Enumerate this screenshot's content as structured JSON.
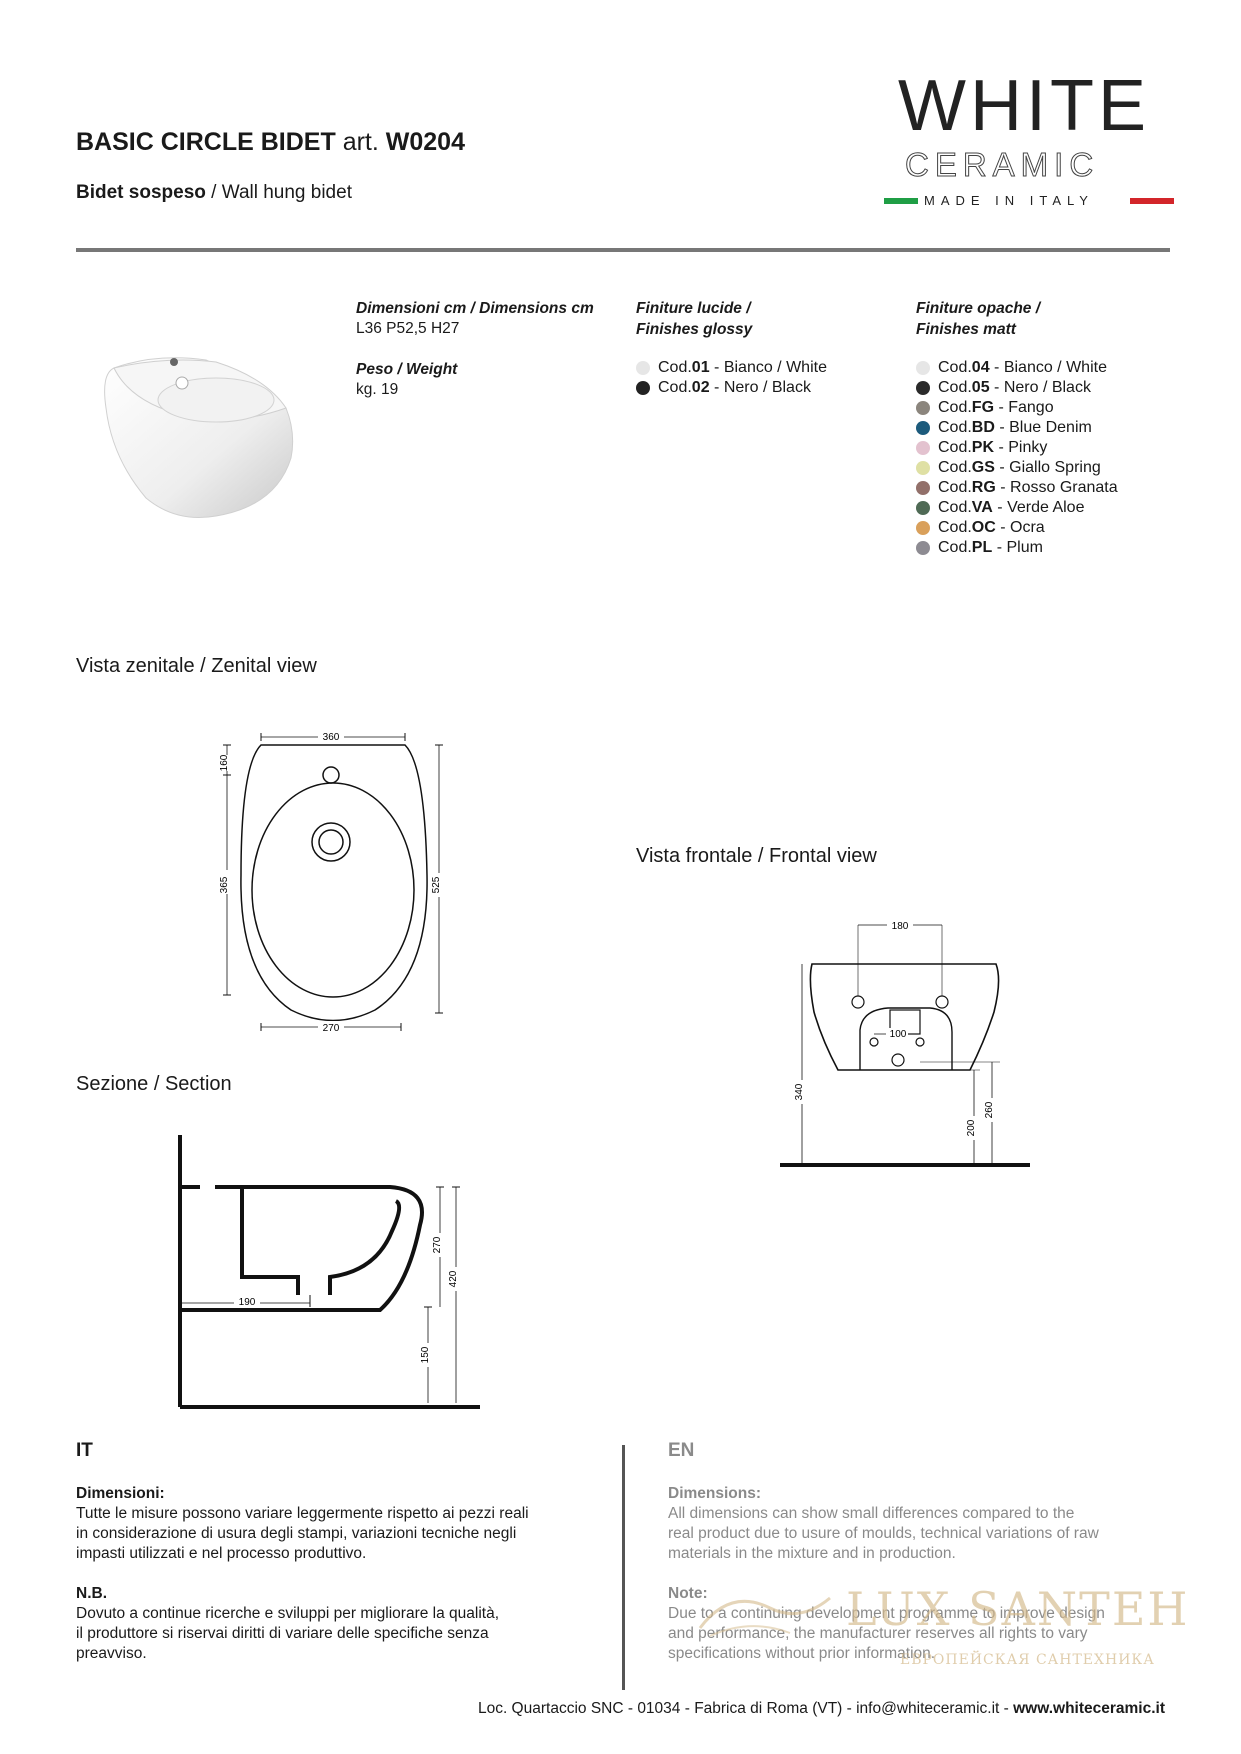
{
  "header": {
    "title_bold": "BASIC CIRCLE BIDET",
    "title_art": "art.",
    "title_code": "W0204",
    "subtitle_bold": "Bidet sospeso",
    "subtitle_rest": " / Wall hung bidet"
  },
  "logo": {
    "word1": "WHITE",
    "word2": "CERAMIC",
    "tagline": "MADE IN ITALY",
    "colors": {
      "green": "#1f9e45",
      "red": "#d3252a"
    }
  },
  "specs": {
    "dimensions_label": "Dimensioni cm / Dimensions cm",
    "dimensions_value": "L36 P52,5 H27",
    "weight_label": "Peso / Weight",
    "weight_value": "kg. 19"
  },
  "finishes_glossy": {
    "heading1": "Finiture lucide /",
    "heading2": "Finishes glossy",
    "items": [
      {
        "prefix": "Cod. ",
        "code": "01",
        "name": " - Bianco / White",
        "color": "#e6e6e6"
      },
      {
        "prefix": "Cod. ",
        "code": "02",
        "name": " - Nero / Black",
        "color": "#222222"
      }
    ]
  },
  "finishes_matt": {
    "heading1": "Finiture opache /",
    "heading2": "Finishes matt",
    "items": [
      {
        "prefix": "Cod. ",
        "code": "04",
        "name": " - Bianco / White",
        "color": "#e6e6e6"
      },
      {
        "prefix": "Cod. ",
        "code": "05",
        "name": " - Nero / Black",
        "color": "#2a2a2a"
      },
      {
        "prefix": "Cod. ",
        "code": "FG",
        "name": " - Fango",
        "color": "#8b857d"
      },
      {
        "prefix": "Cod. ",
        "code": "BD",
        "name": " - Blue Denim",
        "color": "#1d5b7c"
      },
      {
        "prefix": "Cod. ",
        "code": "PK",
        "name": " - Pinky",
        "color": "#e3c2cf"
      },
      {
        "prefix": "Cod. ",
        "code": "GS",
        "name": " - Giallo Spring",
        "color": "#dfe0a4"
      },
      {
        "prefix": "Cod. ",
        "code": "RG",
        "name": " - Rosso Granata",
        "color": "#92706a"
      },
      {
        "prefix": "Cod. ",
        "code": "VA",
        "name": " - Verde Aloe",
        "color": "#4f6a55"
      },
      {
        "prefix": "Cod. ",
        "code": "OC",
        "name": " - Ocra",
        "color": "#d9a05b"
      },
      {
        "prefix": "Cod. ",
        "code": "PL",
        "name": " - Plum",
        "color": "#8d8b92"
      }
    ]
  },
  "views": {
    "zenital": "Vista zenitale / Zenital view",
    "frontal": "Vista frontale / Frontal view",
    "section": "Sezione / Section"
  },
  "drawing_dims": {
    "zenital": {
      "top_width": "360",
      "hole_offset": "160",
      "bowl_length": "365",
      "total_length": "525",
      "bottom_width": "270"
    },
    "frontal": {
      "fix_distance": "180",
      "outlet_distance": "100",
      "height_total": "340",
      "height_floor": "200",
      "height_outlet": "260"
    },
    "section": {
      "bowl_depth": "270",
      "total_height": "420",
      "floor_gap": "150",
      "drain_offset": "190"
    }
  },
  "notes": {
    "it": {
      "lang": "IT",
      "dim_title": "Dimensioni:",
      "dim_lines": [
        "Tutte le misure possono variare leggermente rispetto ai pezzi reali",
        "in considerazione di usura degli stampi, variazioni tecniche negli",
        "impasti utilizzati e nel processo produttivo."
      ],
      "nb_title": "N.B.",
      "nb_lines": [
        "Dovuto a continue ricerche e sviluppi per migliorare la qualità,",
        "il produttore si riservai diritti di variare delle specifiche senza",
        "preavviso."
      ]
    },
    "en": {
      "lang": "EN",
      "dim_title": "Dimensions:",
      "dim_lines": [
        "All dimensions can show small differences compared to the",
        "real product due to usure of moulds, technical variations of raw",
        "materials in the mixture and in production."
      ],
      "nb_title": "Note:",
      "nb_lines": [
        "Due to a continuing development programme to improve design",
        "and performance, the manufacturer reserves all rights to vary",
        "specifications without prior information."
      ]
    }
  },
  "footer": {
    "text": "Loc. Quartaccio SNC - 01034 - Fabrica di Roma (VT) - info@whiteceramic.it - ",
    "website": "www.whiteceramic.it"
  },
  "watermark": {
    "brand": "LUX SANTEH",
    "tagline": "ЕВРОПЕЙСКАЯ САНТЕХНИКА"
  }
}
